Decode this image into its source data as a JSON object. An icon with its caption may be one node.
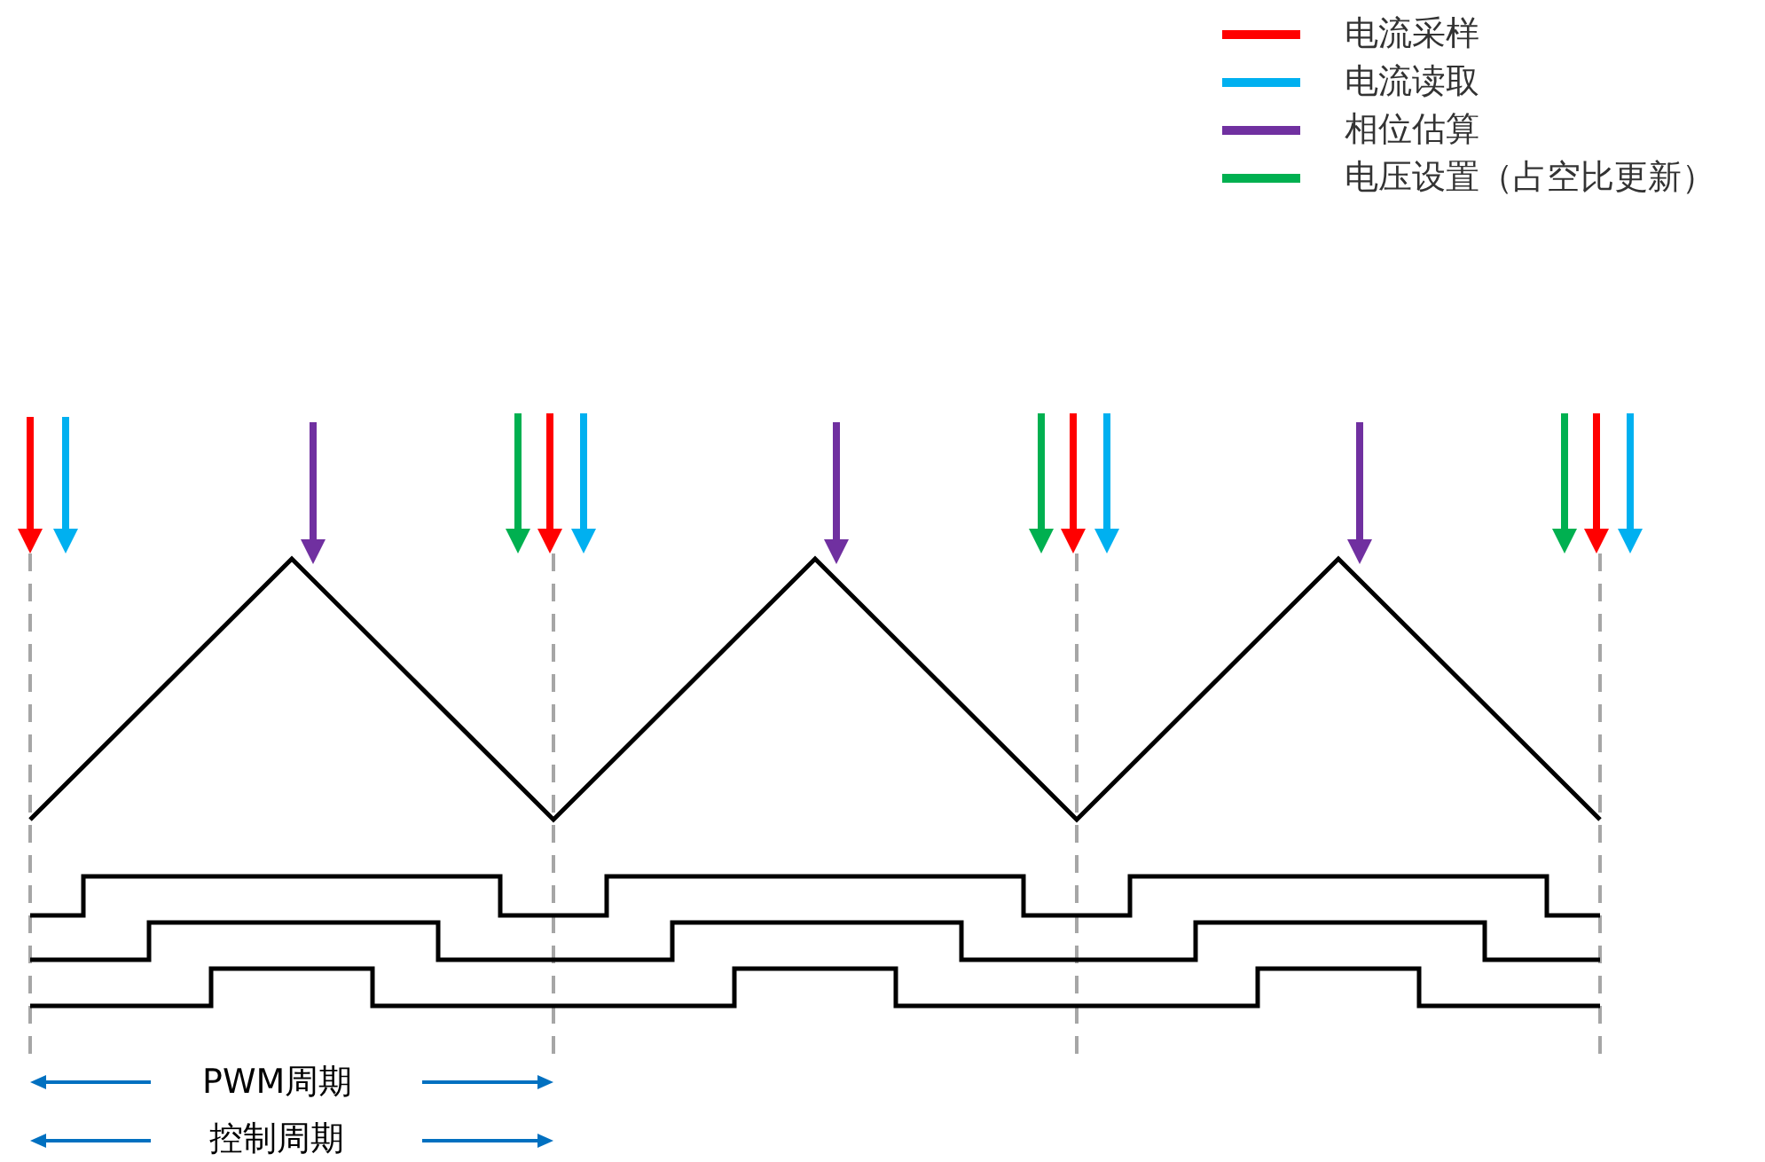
{
  "diagram": {
    "labels": [
      "PWM周期",
      "控制周期"
    ],
    "legend": [
      {
        "text": "电流采样",
        "color": "#ff0000"
      },
      {
        "text": "电流读取",
        "color": "#00b0f0"
      },
      {
        "text": "相位估算",
        "color": "#7030a0"
      },
      {
        "text": "电压设置（占空比更新）",
        "color": "#00b050"
      }
    ]
  }
}
